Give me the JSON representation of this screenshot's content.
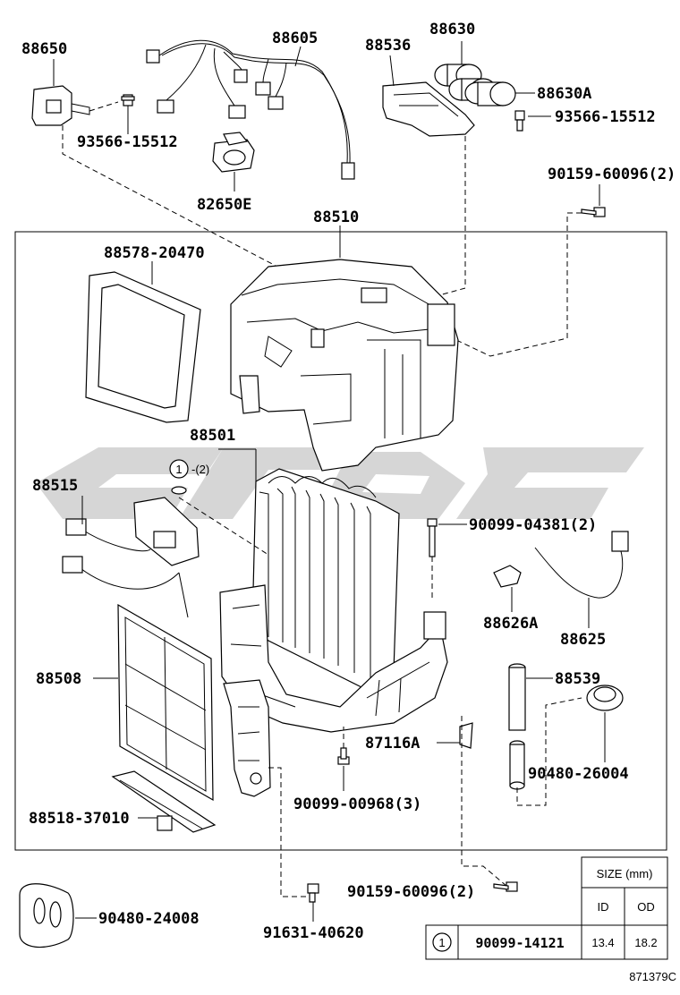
{
  "diagram_id": "871379C",
  "labels": {
    "p88650": "88650",
    "p88605": "88605",
    "p88630": "88630",
    "p88536": "88536",
    "p88630A": "88630A",
    "p93566_a": "93566-15512",
    "p93566_b": "93566-15512",
    "p82650E": "82650E",
    "p90159_a": "90159-60096(2)",
    "p88510": "88510",
    "p88578": "88578-20470",
    "p88501": "88501",
    "p88515": "88515",
    "circle_ref": "1",
    "circle_qty": "-(2)",
    "p90099_04381": "90099-04381(2)",
    "p88626A": "88626A",
    "p88625": "88625",
    "p88508": "88508",
    "p88539": "88539",
    "p87116A": "87116A",
    "p90480_26004": "90480-26004",
    "p90099_00968": "90099-00968(3)",
    "p88518": "88518-37010",
    "p90159_b": "90159-60096(2)",
    "p90480_24008": "90480-24008",
    "p91631": "91631-40620"
  },
  "size_table": {
    "title": "SIZE (mm)",
    "col_id": "ID",
    "col_od": "OD",
    "ref": "1",
    "part_no": "90099-14121",
    "id_value": "13.4",
    "od_value": "18.2"
  }
}
